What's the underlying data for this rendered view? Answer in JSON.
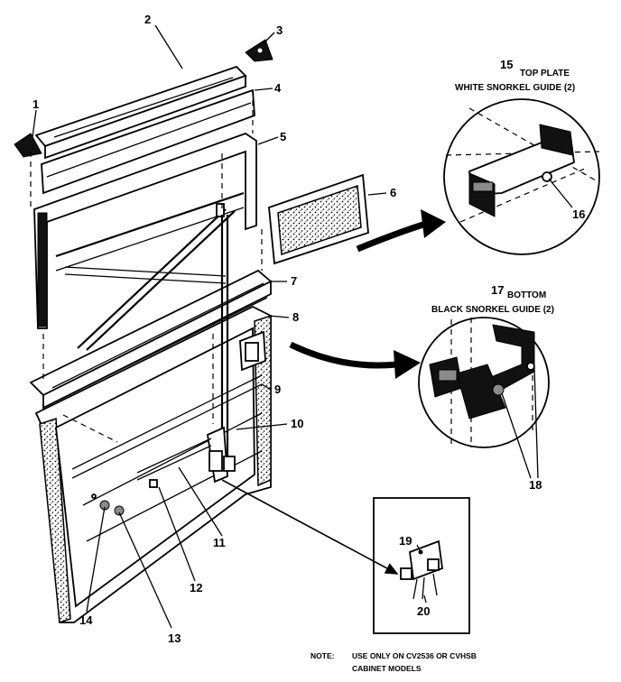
{
  "part_numbers": {
    "p1": "1",
    "p2": "2",
    "p3": "3",
    "p4": "4",
    "p5": "5",
    "p6": "6",
    "p7": "7",
    "p8": "8",
    "p9": "9",
    "p10": "10",
    "p11": "11",
    "p12": "12",
    "p13": "13",
    "p14": "14",
    "p15": "15",
    "p16": "16",
    "p17": "17",
    "p18": "18",
    "p19": "19",
    "p20": "20"
  },
  "top_plate": {
    "line1": "TOP PLATE",
    "line2": "WHITE SNORKEL GUIDE (2)"
  },
  "bottom_guide": {
    "line1": "BOTTOM",
    "line2": "BLACK SNORKEL GUIDE (2)"
  },
  "note": {
    "label": "NOTE:",
    "line1": "USE ONLY ON CV2536 OR CVHSB",
    "line2": "CABINET MODELS"
  },
  "colors": {
    "ink": "#000000",
    "paper": "#ffffff"
  }
}
